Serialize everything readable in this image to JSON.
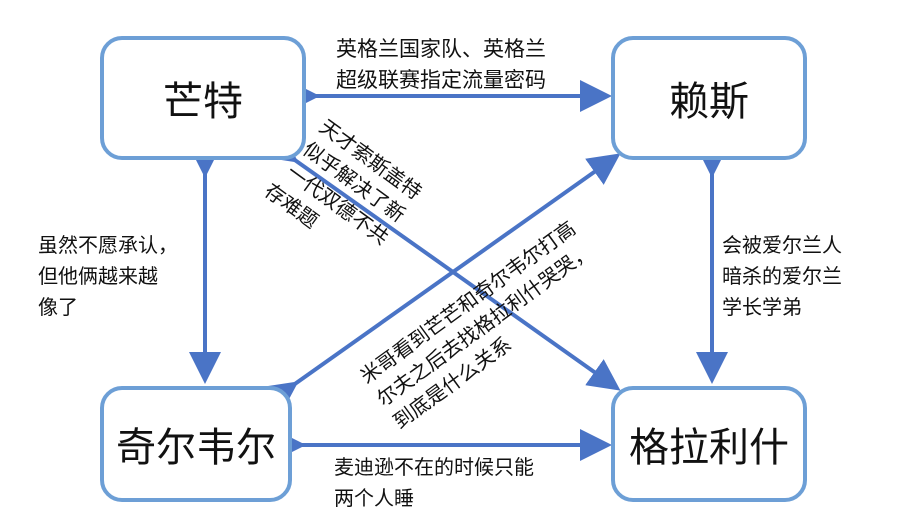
{
  "nodes": {
    "mount": "芒特",
    "rice": "赖斯",
    "chilwell": "奇尔韦尔",
    "grealish": "格拉利什"
  },
  "edges": {
    "mount_rice": [
      "英格兰国家队、英格兰",
      "超级联赛指定流量密码"
    ],
    "mount_chilwell": [
      "虽然不愿承认，",
      "但他俩越来越",
      "像了"
    ],
    "rice_grealish": [
      "会被爱尔兰人",
      "暗杀的爱尔兰",
      "学长学弟"
    ],
    "chilwell_grealish": [
      "麦迪逊不在的时候只能",
      "两个人睡"
    ],
    "mount_grealish": [
      "天才索斯盖特",
      "似乎解决了新",
      "一代双德不共",
      "存难题"
    ],
    "chilwell_rice": [
      "米哥看到芒芒和奇尔韦尔打高",
      "尔夫之后去找格拉利什哭哭，",
      "到底是什么关系"
    ]
  },
  "colors": {
    "arrow": "#4a74c6",
    "border": "#6d9fd6"
  }
}
